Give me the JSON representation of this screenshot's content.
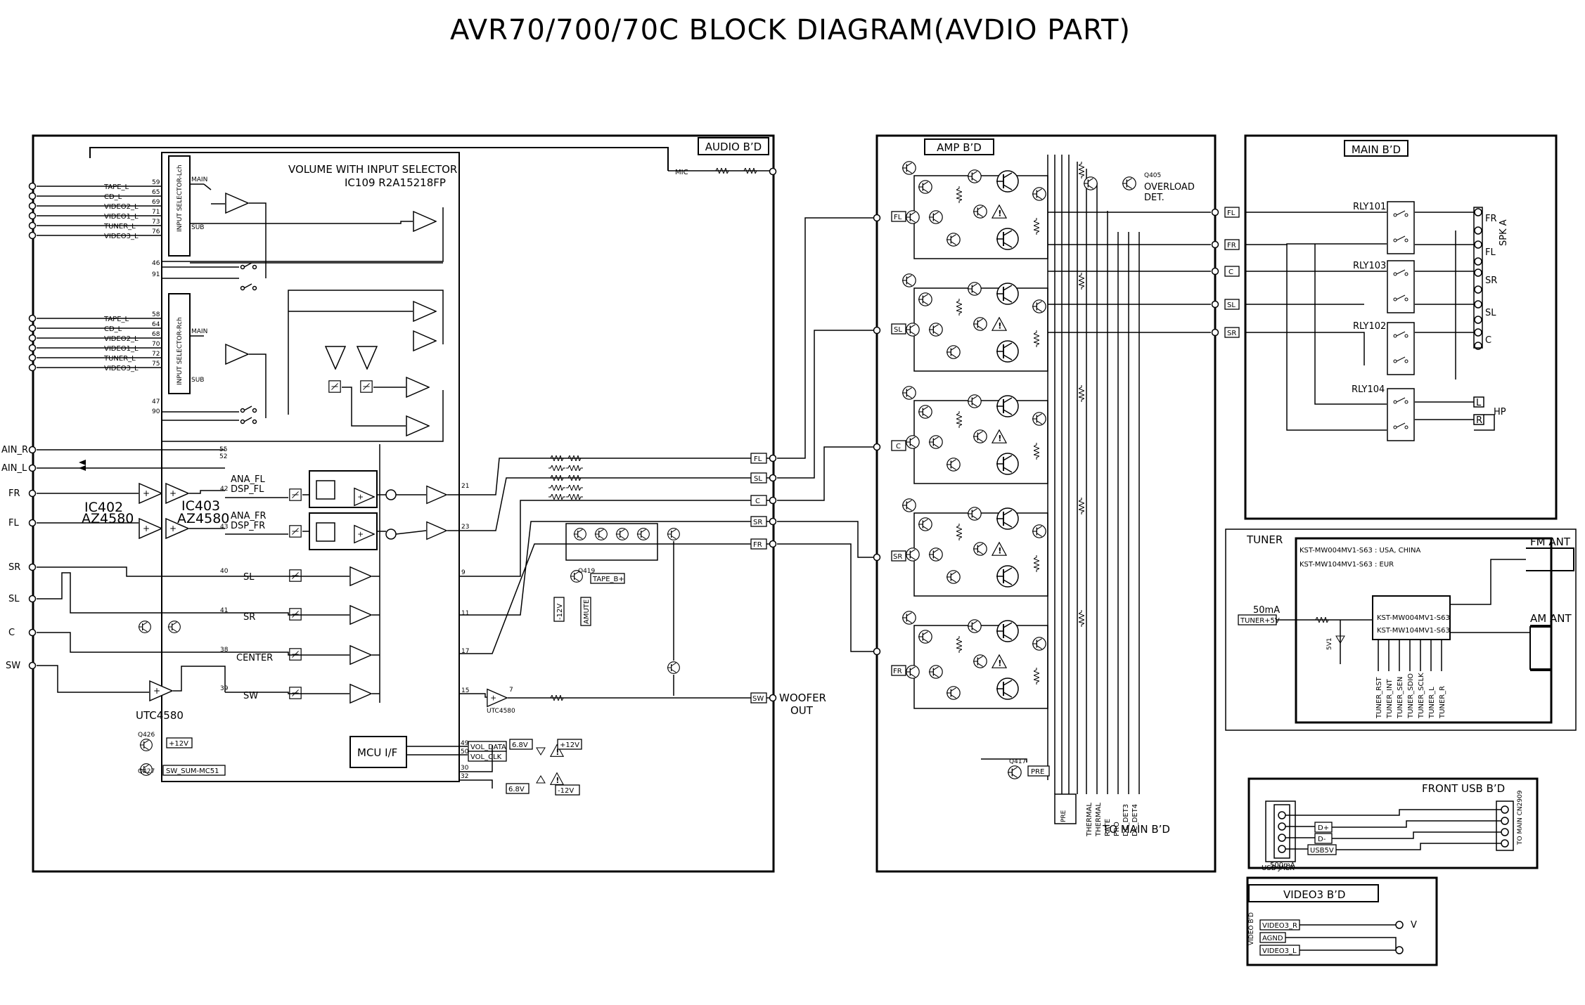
{
  "title": "AVR70/700/70C BLOCK DIAGRAM(AVDIO PART)",
  "audio_board": {
    "label": "AUDIO B’D",
    "ic109_title": "VOLUME WITH INPUT SELECTOR",
    "ic109_part": "IC109  R2A15218FP",
    "selector_lch": "INPUT SELECTOR-Lch",
    "selector_rch": "INPUT SELECTOR-Rch",
    "main_label": "MAIN",
    "sub_label": "SUB",
    "inputs_l": [
      {
        "name": "TAPE_L",
        "pin": "59"
      },
      {
        "name": "CD_L",
        "pin": "65"
      },
      {
        "name": "VIDEO2_L",
        "pin": "69"
      },
      {
        "name": "VIDEO1_L",
        "pin": "71"
      },
      {
        "name": "TUNER_L",
        "pin": "73"
      },
      {
        "name": "VIDEO3_L",
        "pin": "76"
      }
    ],
    "inputs_r": [
      {
        "name": "TAPE_L",
        "pin": "58"
      },
      {
        "name": "CD_L",
        "pin": "64"
      },
      {
        "name": "VIDEO2_L",
        "pin": "68"
      },
      {
        "name": "VIDEO1_L",
        "pin": "70"
      },
      {
        "name": "TUNER_L",
        "pin": "72"
      },
      {
        "name": "VIDEO3_L",
        "pin": "75"
      }
    ],
    "left_edge": [
      "AIN_R",
      "AIN_L",
      "FR",
      "FL",
      "SR",
      "SL",
      "C",
      "SW"
    ],
    "ic402": "IC402",
    "ic402_part": "AZ4580",
    "ic403": "IC403",
    "ic403_part": "AZ4580",
    "utc": "UTC4580",
    "q426": "Q426",
    "q427": "Q427",
    "plus12": "+12V",
    "sw_sum": "SW_SUM-MC51",
    "mic": "MIC",
    "ana_fl": "ANA_FL",
    "dsp_fl": "DSP_FL",
    "ana_fr": "ANA_FR",
    "dsp_fr": "DSP_FR",
    "ch_sl": "SL",
    "ch_sr": "SR",
    "ch_center": "CENTER",
    "ch_sw": "SW",
    "pins_in": [
      "42",
      "43",
      "40",
      "41",
      "38",
      "39"
    ],
    "pins_out": [
      "21",
      "23",
      "9",
      "11",
      "17",
      "15"
    ],
    "pins_misc": [
      "46",
      "91",
      "47",
      "90",
      "55",
      "52",
      "49",
      "50",
      "30",
      "32"
    ],
    "mcu": "MCU I/F",
    "vol_data": "VOL_DATA",
    "vol_clk": "VOL_CLK",
    "v68": "6.8V",
    "minus12": "-12V",
    "tape_b": "TAPE_B+",
    "amute": "AMUTE",
    "q419": "Q419",
    "outputs": [
      "FL",
      "SL",
      "C",
      "SR",
      "FR"
    ],
    "sw_out": "SW",
    "woofer1": "WOOFER",
    "woofer2": "OUT"
  },
  "amp_board": {
    "label": "AMP B’D",
    "inputs": [
      "FL",
      "SL",
      "C",
      "SR",
      "FR"
    ],
    "q405": "Q405",
    "overload1": "OVERLOAD",
    "overload2": "DET.",
    "outputs": [
      "FL",
      "FR",
      "C",
      "SL",
      "SR"
    ],
    "q417": "Q417",
    "pre": "PRE",
    "bottom_labels": [
      "THERMAL",
      "THERMAL",
      "RATE",
      "PRO",
      "DC_DET3",
      "DC_DET4"
    ],
    "to_main": "TO MAIN B’D"
  },
  "main_board": {
    "label": "MAIN B’D",
    "relays": [
      "RLY101",
      "RLY103",
      "RLY102",
      "RLY104"
    ],
    "speakers": [
      "FR",
      "FL",
      "SR",
      "SL",
      "C"
    ],
    "spk_a": "SPK A",
    "hp": "HP",
    "hp_l": "L",
    "hp_r": "R"
  },
  "tuner": {
    "label": "TUNER",
    "line1": "KST-MW004MV1-S63 : USA, CHINA",
    "line2": "KST-MW104MV1-S63 : EUR",
    "fm": "FM ANT",
    "am": "AM ANT",
    "current": "50mA",
    "supply": "TUNER+5V",
    "chip1": "KST-MW004MV1-S63",
    "chip2": "KST-MW104MV1-S63",
    "pins": [
      "TUNER_RST",
      "TUNER_INT",
      "TUNER_SEN",
      "TUNER_SDIO",
      "TUNER_SCLK",
      "TUNER_L",
      "TUNER_R"
    ]
  },
  "usb": {
    "label": "FRONT USB B’D",
    "dplus": "D+",
    "dminus": "D-",
    "usb5v": "USB5V",
    "jack": "USB JACK",
    "current": "500mA",
    "conn": "TO MAIN CN2909"
  },
  "video3": {
    "label": "VIDEO3 B’D",
    "side": "VIDEO B'D",
    "r": "VIDEO3_R",
    "agnd": "AGND",
    "l": "VIDEO3_L",
    "v": "V"
  }
}
